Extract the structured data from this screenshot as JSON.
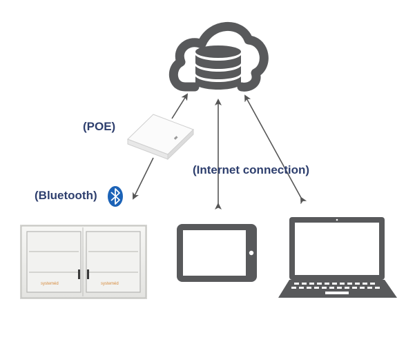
{
  "labels": {
    "poe": "(POE)",
    "internet": "(Internet connection)",
    "bluetooth": "(Bluetooth)"
  },
  "cabinet": {
    "brand_left": "systeméd",
    "brand_right": "systeméd"
  },
  "icons": [
    "cloud-database-icon",
    "poe-gateway-icon",
    "bluetooth-icon",
    "cabinet-icon",
    "tablet-icon",
    "laptop-icon"
  ],
  "colors": {
    "icon_gray": "#58595b",
    "label_blue": "#2e3f6e",
    "bluetooth_blue": "#1c63b7",
    "cabinet_brand": "#d58a3c",
    "arrow": "#555555"
  }
}
